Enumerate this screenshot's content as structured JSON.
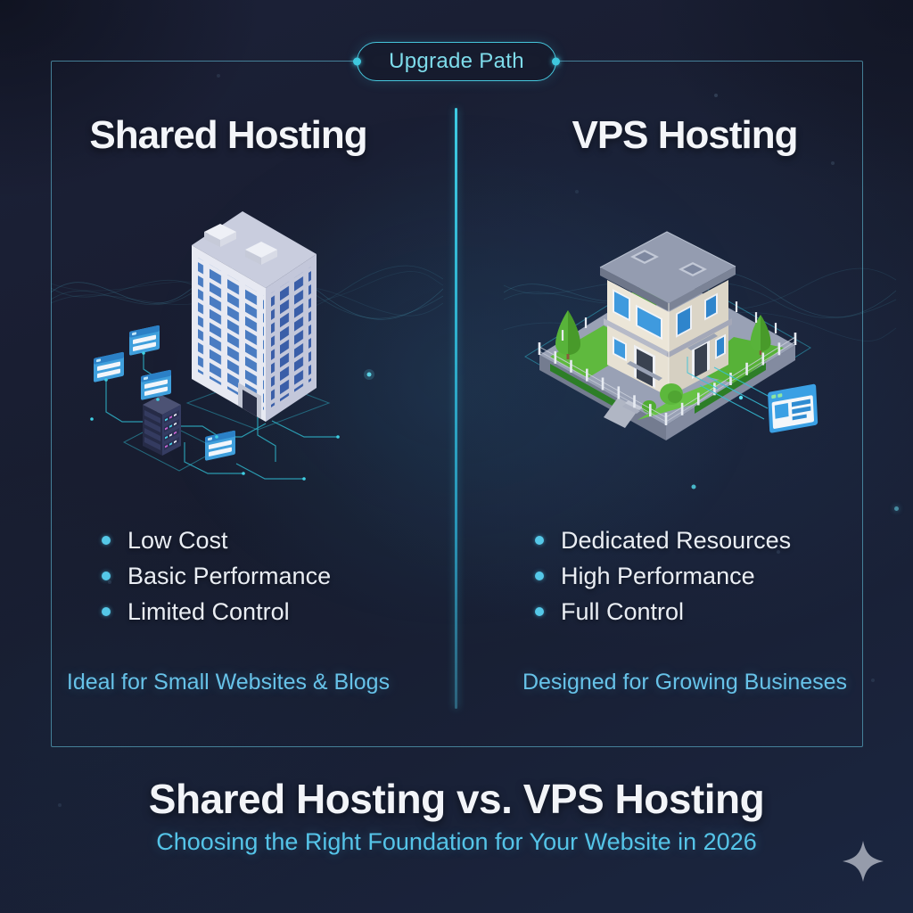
{
  "badge": {
    "label": "Upgrade Path"
  },
  "columns": {
    "left": {
      "heading": "Shared Hosting",
      "bullets": [
        "Low Cost",
        "Basic Performance",
        "Limited Control"
      ],
      "tagline": "Ideal for Small Websites & Blogs",
      "illustration": "isometric apartment tower with shared server rack and connected site cards"
    },
    "right": {
      "heading": "VPS Hosting",
      "bullets": [
        "Dedicated Resources",
        "High Performance",
        "Full Control"
      ],
      "tagline": "Designed for Growing Busineses",
      "illustration": "isometric private house on fenced green lot linked to a browser card"
    }
  },
  "footer": {
    "title": "Shared Hosting vs. VPS Hosting",
    "subtitle": "Choosing the Right Foundation for Your Website in 2026"
  },
  "icons": {
    "sparkle": "four-point-star",
    "divider": "glowing vertical separator"
  },
  "colors": {
    "background": "#191e31",
    "panel_border": "#4a96ae",
    "accent_cyan": "#46c6dc",
    "accent_text": "#64c2e8",
    "heading_text": "#f3f5f9",
    "bullet_dot": "#55c8e8",
    "card_blue": "#3aa0e4",
    "lawn_green": "#5fb63c",
    "sparkle_gray": "#969cab"
  }
}
